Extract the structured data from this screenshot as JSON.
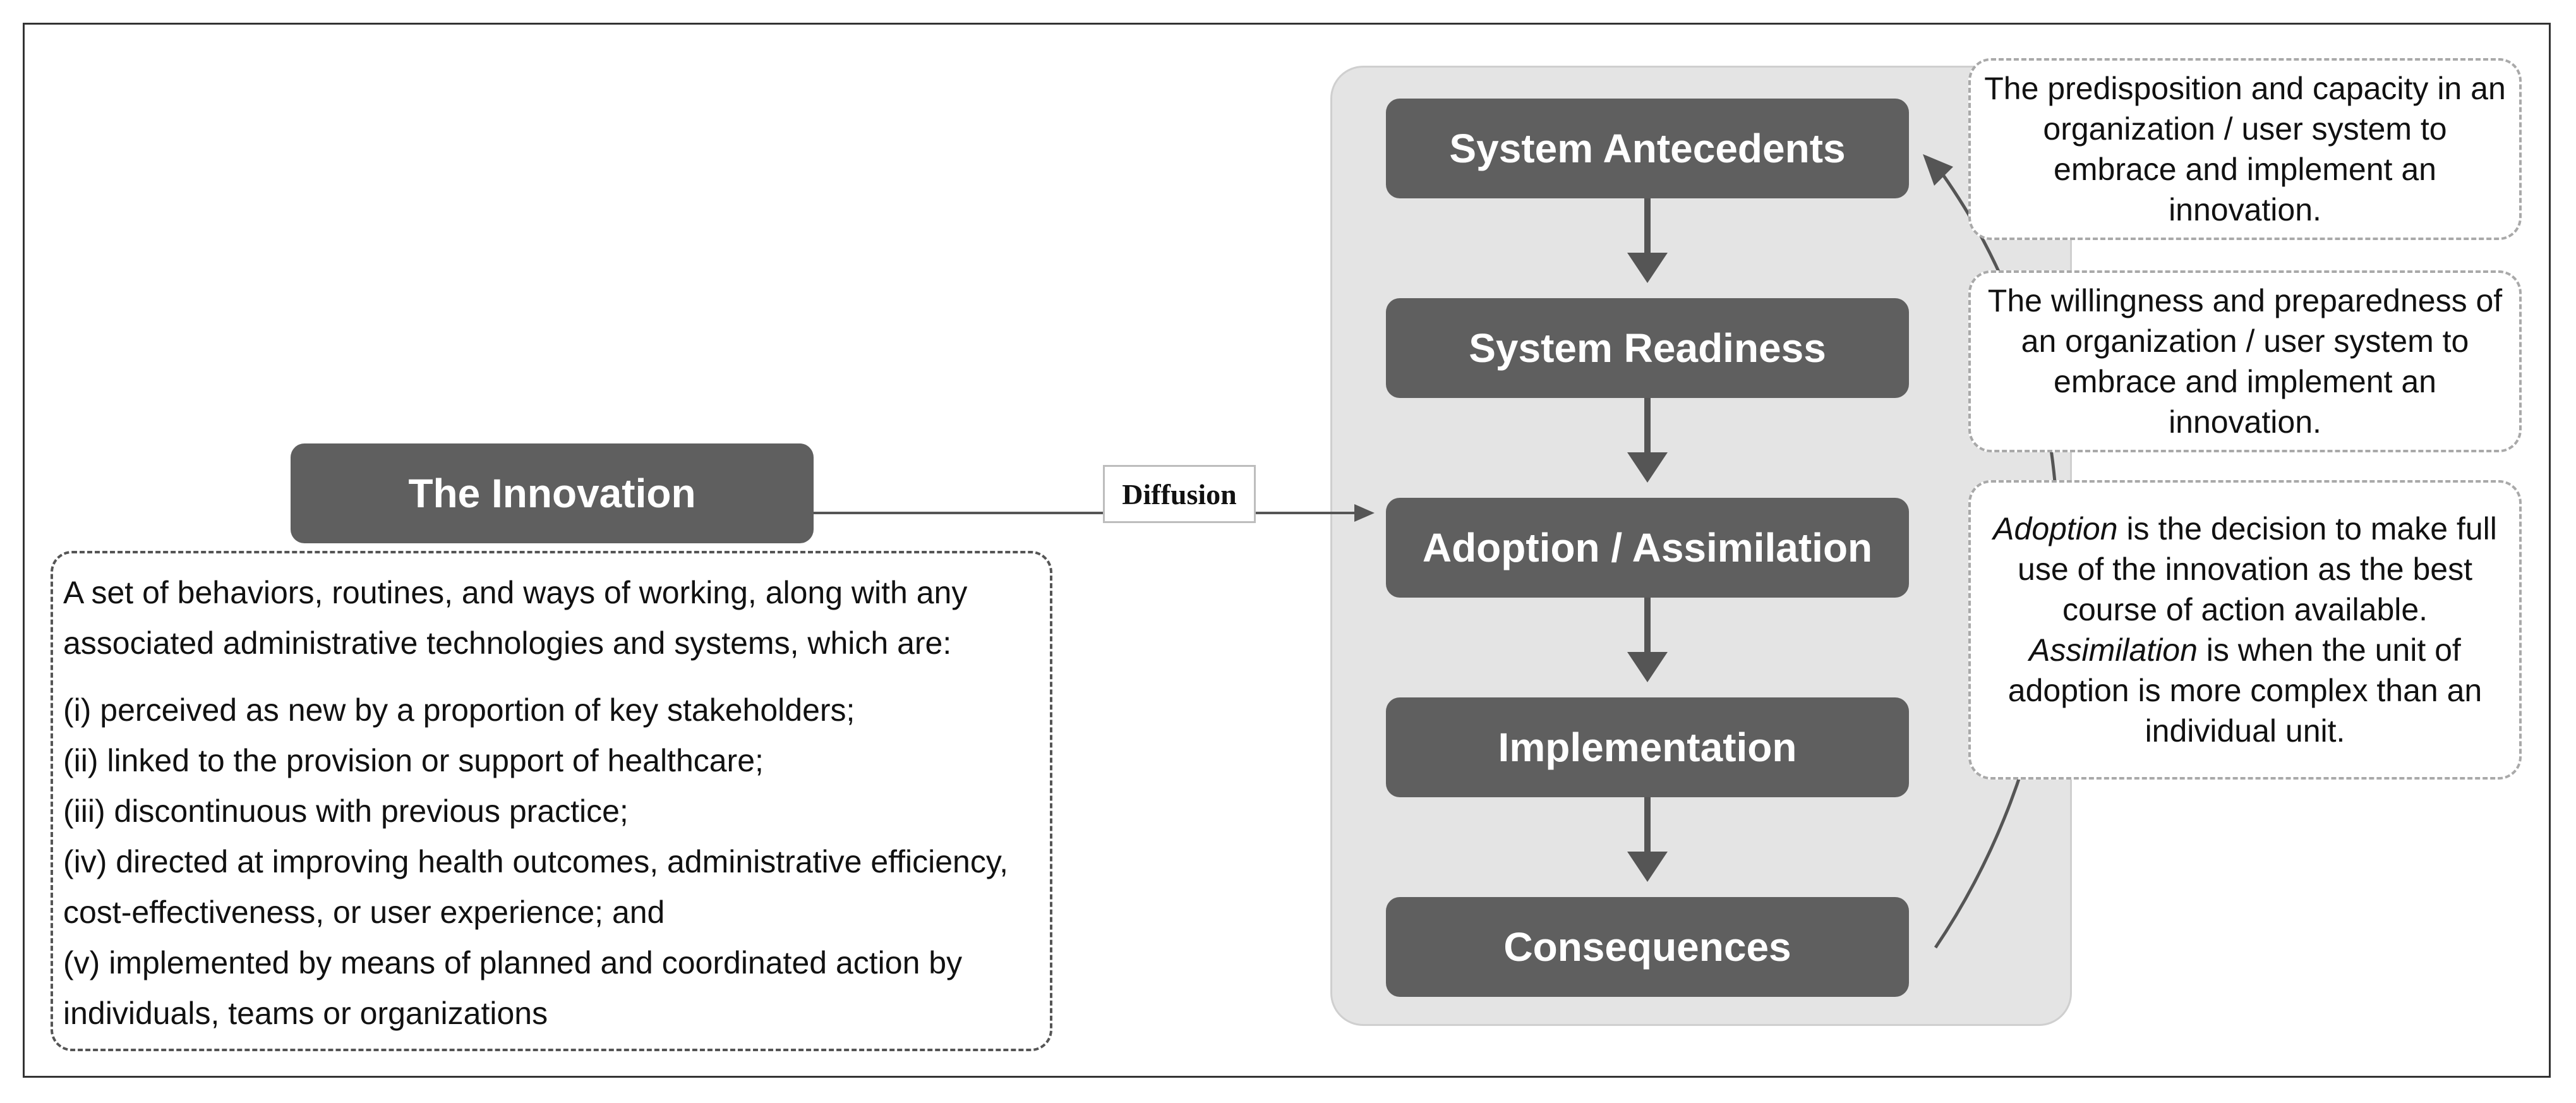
{
  "innovation": {
    "title": "The Innovation",
    "definition_intro": "A set of behaviors, routines, and ways of working, along with any associated administrative technologies and systems, which are:",
    "definition_items": [
      "(i) perceived as new by a proportion of key stakeholders;",
      "(ii) linked to the provision or support of healthcare;",
      "(iii) discontinuous with previous practice;",
      "(iv) directed at improving health outcomes, administrative efficiency, cost-effectiveness, or user experience; and",
      "(v) implemented by means of planned and coordinated action by individuals, teams or organizations"
    ]
  },
  "connector_label": "Diffusion",
  "stages": [
    "System Antecedents",
    "System Readiness",
    "Adoption / Assimilation",
    "Implementation",
    "Consequences"
  ],
  "notes": {
    "antecedents": "The predisposition and capacity in an organization / user system to embrace and implement an innovation.",
    "readiness": "The willingness and preparedness of an organization / user system to embrace and implement an innovation.",
    "adoption_term": "Adoption",
    "adoption_text": " is the decision to make full use of the innovation as the best course of action available. ",
    "assimilation_term": "Assimilation",
    "assimilation_text": " is when the unit of adoption is more complex than an individual unit."
  },
  "colors": {
    "box_fill": "#5f5f5f",
    "panel_fill": "#e4e4e4",
    "arrow": "#555555",
    "note_border": "#a9a9a9"
  }
}
